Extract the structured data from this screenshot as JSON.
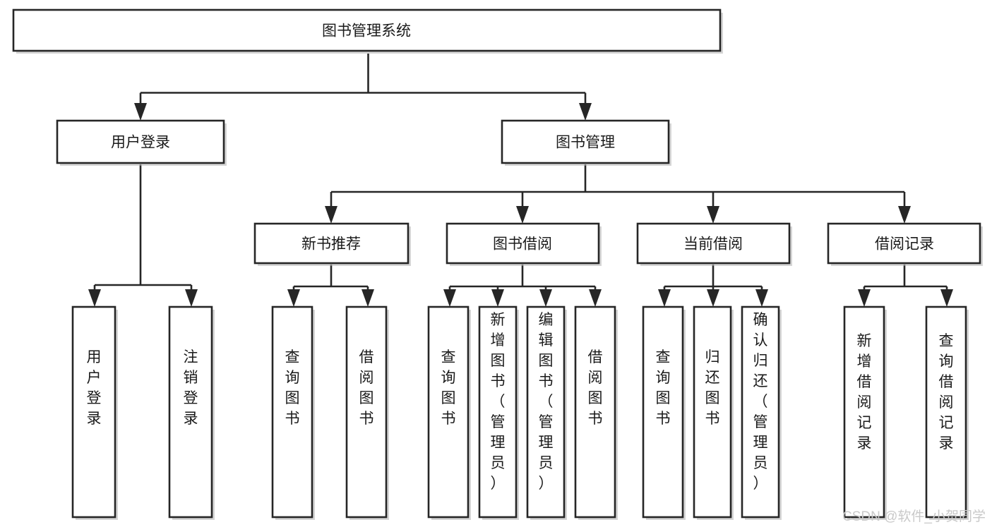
{
  "diagram": {
    "title": "图书管理系统",
    "type": "tree",
    "orientation": "top-down",
    "colors": {
      "box_fill": "#ffffff",
      "box_stroke": "#262626",
      "connector": "#262626",
      "text": "#1a1a1a",
      "watermark": "#c9c9c9",
      "background": "#ffffff"
    },
    "nodes": {
      "root": {
        "label": "图书管理系统",
        "level": 0,
        "text_orientation": "horizontal"
      },
      "l1": [
        {
          "id": "user-login",
          "label": "用户登录",
          "text_orientation": "horizontal"
        },
        {
          "id": "book-manage",
          "label": "图书管理",
          "text_orientation": "horizontal"
        }
      ],
      "l2": [
        {
          "id": "new-book-recommend",
          "label": "新书推荐",
          "parent": "book-manage",
          "text_orientation": "horizontal"
        },
        {
          "id": "book-borrow",
          "label": "图书借阅",
          "parent": "book-manage",
          "text_orientation": "horizontal"
        },
        {
          "id": "current-borrow",
          "label": "当前借阅",
          "parent": "book-manage",
          "text_orientation": "horizontal"
        },
        {
          "id": "borrow-record",
          "label": "借阅记录",
          "parent": "book-manage",
          "text_orientation": "horizontal"
        }
      ],
      "leaves": [
        {
          "id": "leaf-user-login",
          "label": "用户登录",
          "parent": "user-login",
          "text_orientation": "vertical"
        },
        {
          "id": "leaf-logout-login",
          "label": "注销登录",
          "parent": "user-login",
          "text_orientation": "vertical"
        },
        {
          "id": "leaf-query-book-1",
          "label": "查询图书",
          "parent": "new-book-recommend",
          "text_orientation": "vertical"
        },
        {
          "id": "leaf-borrow-book-1",
          "label": "借阅图书",
          "parent": "new-book-recommend",
          "text_orientation": "vertical"
        },
        {
          "id": "leaf-query-book-2",
          "label": "查询图书",
          "parent": "book-borrow",
          "text_orientation": "vertical"
        },
        {
          "id": "leaf-add-book",
          "label": "新增图书（管理员）",
          "parent": "book-borrow",
          "text_orientation": "vertical"
        },
        {
          "id": "leaf-edit-book",
          "label": "编辑图书（管理员）",
          "parent": "book-borrow",
          "text_orientation": "vertical"
        },
        {
          "id": "leaf-borrow-book-2",
          "label": "借阅图书",
          "parent": "book-borrow",
          "text_orientation": "vertical"
        },
        {
          "id": "leaf-query-book-3",
          "label": "查询图书",
          "parent": "current-borrow",
          "text_orientation": "vertical"
        },
        {
          "id": "leaf-return-book",
          "label": "归还图书",
          "parent": "current-borrow",
          "text_orientation": "vertical"
        },
        {
          "id": "leaf-confirm-return",
          "label": "确认归还（管理员）",
          "parent": "current-borrow",
          "text_orientation": "vertical"
        },
        {
          "id": "leaf-add-borrow-record",
          "label": "新增借阅记录",
          "parent": "borrow-record",
          "text_orientation": "vertical"
        },
        {
          "id": "leaf-query-borrow-record",
          "label": "查询借阅记录",
          "parent": "borrow-record",
          "text_orientation": "vertical"
        }
      ]
    },
    "watermark": "CSDN @软件_小贺同学"
  }
}
